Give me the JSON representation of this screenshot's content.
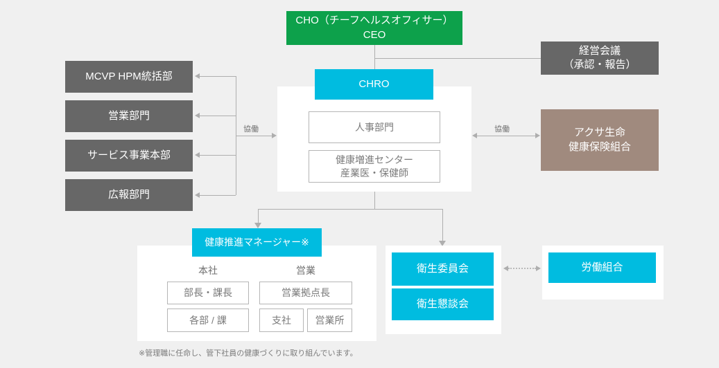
{
  "diagram": {
    "title_nodes": {
      "cho": "CHO（チーフヘルスオフィサー）\nCEO",
      "cho_line1": "CHO（チーフヘルスオフィサー）",
      "cho_line2": "CEO",
      "board_line1": "経営会議",
      "board_line2": "（承認・報告）",
      "chro": "CHRO"
    },
    "left_departments": [
      {
        "label": "MCVP  HPM統括部"
      },
      {
        "label": "営業部門"
      },
      {
        "label": "サービス事業本部"
      },
      {
        "label": "広報部門"
      }
    ],
    "center_panel": {
      "items": [
        {
          "label": "人事部門"
        },
        {
          "line1": "健康増進センター",
          "line2": "産業医・保健師"
        }
      ]
    },
    "right_partner": {
      "line1": "アクサ生命",
      "line2": "健康保険組合"
    },
    "connector_labels": {
      "left_collab": "協働",
      "right_collab": "協働"
    },
    "manager_section": {
      "header": "健康推進マネージャー※",
      "columns": [
        {
          "head": "本社"
        },
        {
          "head": "営業"
        }
      ],
      "cells": {
        "hq_row1": "部長・課長",
        "hq_row2": "各部 / 課",
        "sales_row1": "営業拠点長",
        "sales_row2a": "支社",
        "sales_row2b": "営業所"
      },
      "footnote": "※管理職に任命し、管下社員の健康づくりに取り組んでいます。"
    },
    "committee_section": {
      "items": [
        {
          "label": "衛生委員会"
        },
        {
          "label": "衛生懇談会"
        }
      ]
    },
    "union_section": {
      "label": "労働組合"
    },
    "colors": {
      "green": "#0da14b",
      "cyan": "#00bce0",
      "gray": "#676767",
      "brown": "#a08a7e",
      "line": "#aeaeae",
      "background": "#f0f0f0"
    }
  }
}
